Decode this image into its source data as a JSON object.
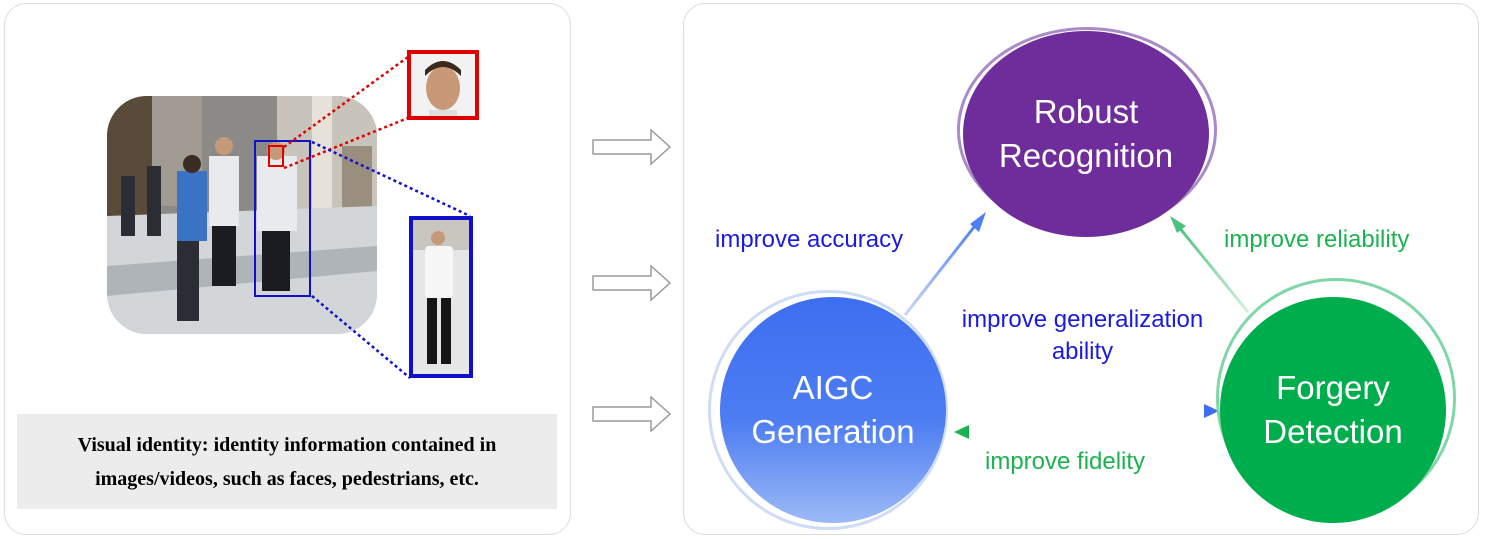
{
  "left_panel": {
    "caption": "Visual identity: identity information contained in images/videos, such as faces, pedestrians, etc."
  },
  "nodes": {
    "robust": {
      "line1": "Robust",
      "line2": "Recognition"
    },
    "aigc": {
      "line1": "AIGC",
      "line2": "Generation"
    },
    "forgery": {
      "line1": "Forgery",
      "line2": "Detection"
    }
  },
  "edges": {
    "accuracy": "improve accuracy",
    "reliability": "improve reliability",
    "generalization": "improve generalization ability",
    "fidelity": "improve fidelity"
  },
  "colors": {
    "face_box": "#e00000",
    "body_box": "#1010cc",
    "robust": "#6f2c9b",
    "aigc": "#3d6ef0",
    "forgery": "#00ad4d",
    "blue_text": "#1a1ae0",
    "green_text": "#1bb34f"
  }
}
